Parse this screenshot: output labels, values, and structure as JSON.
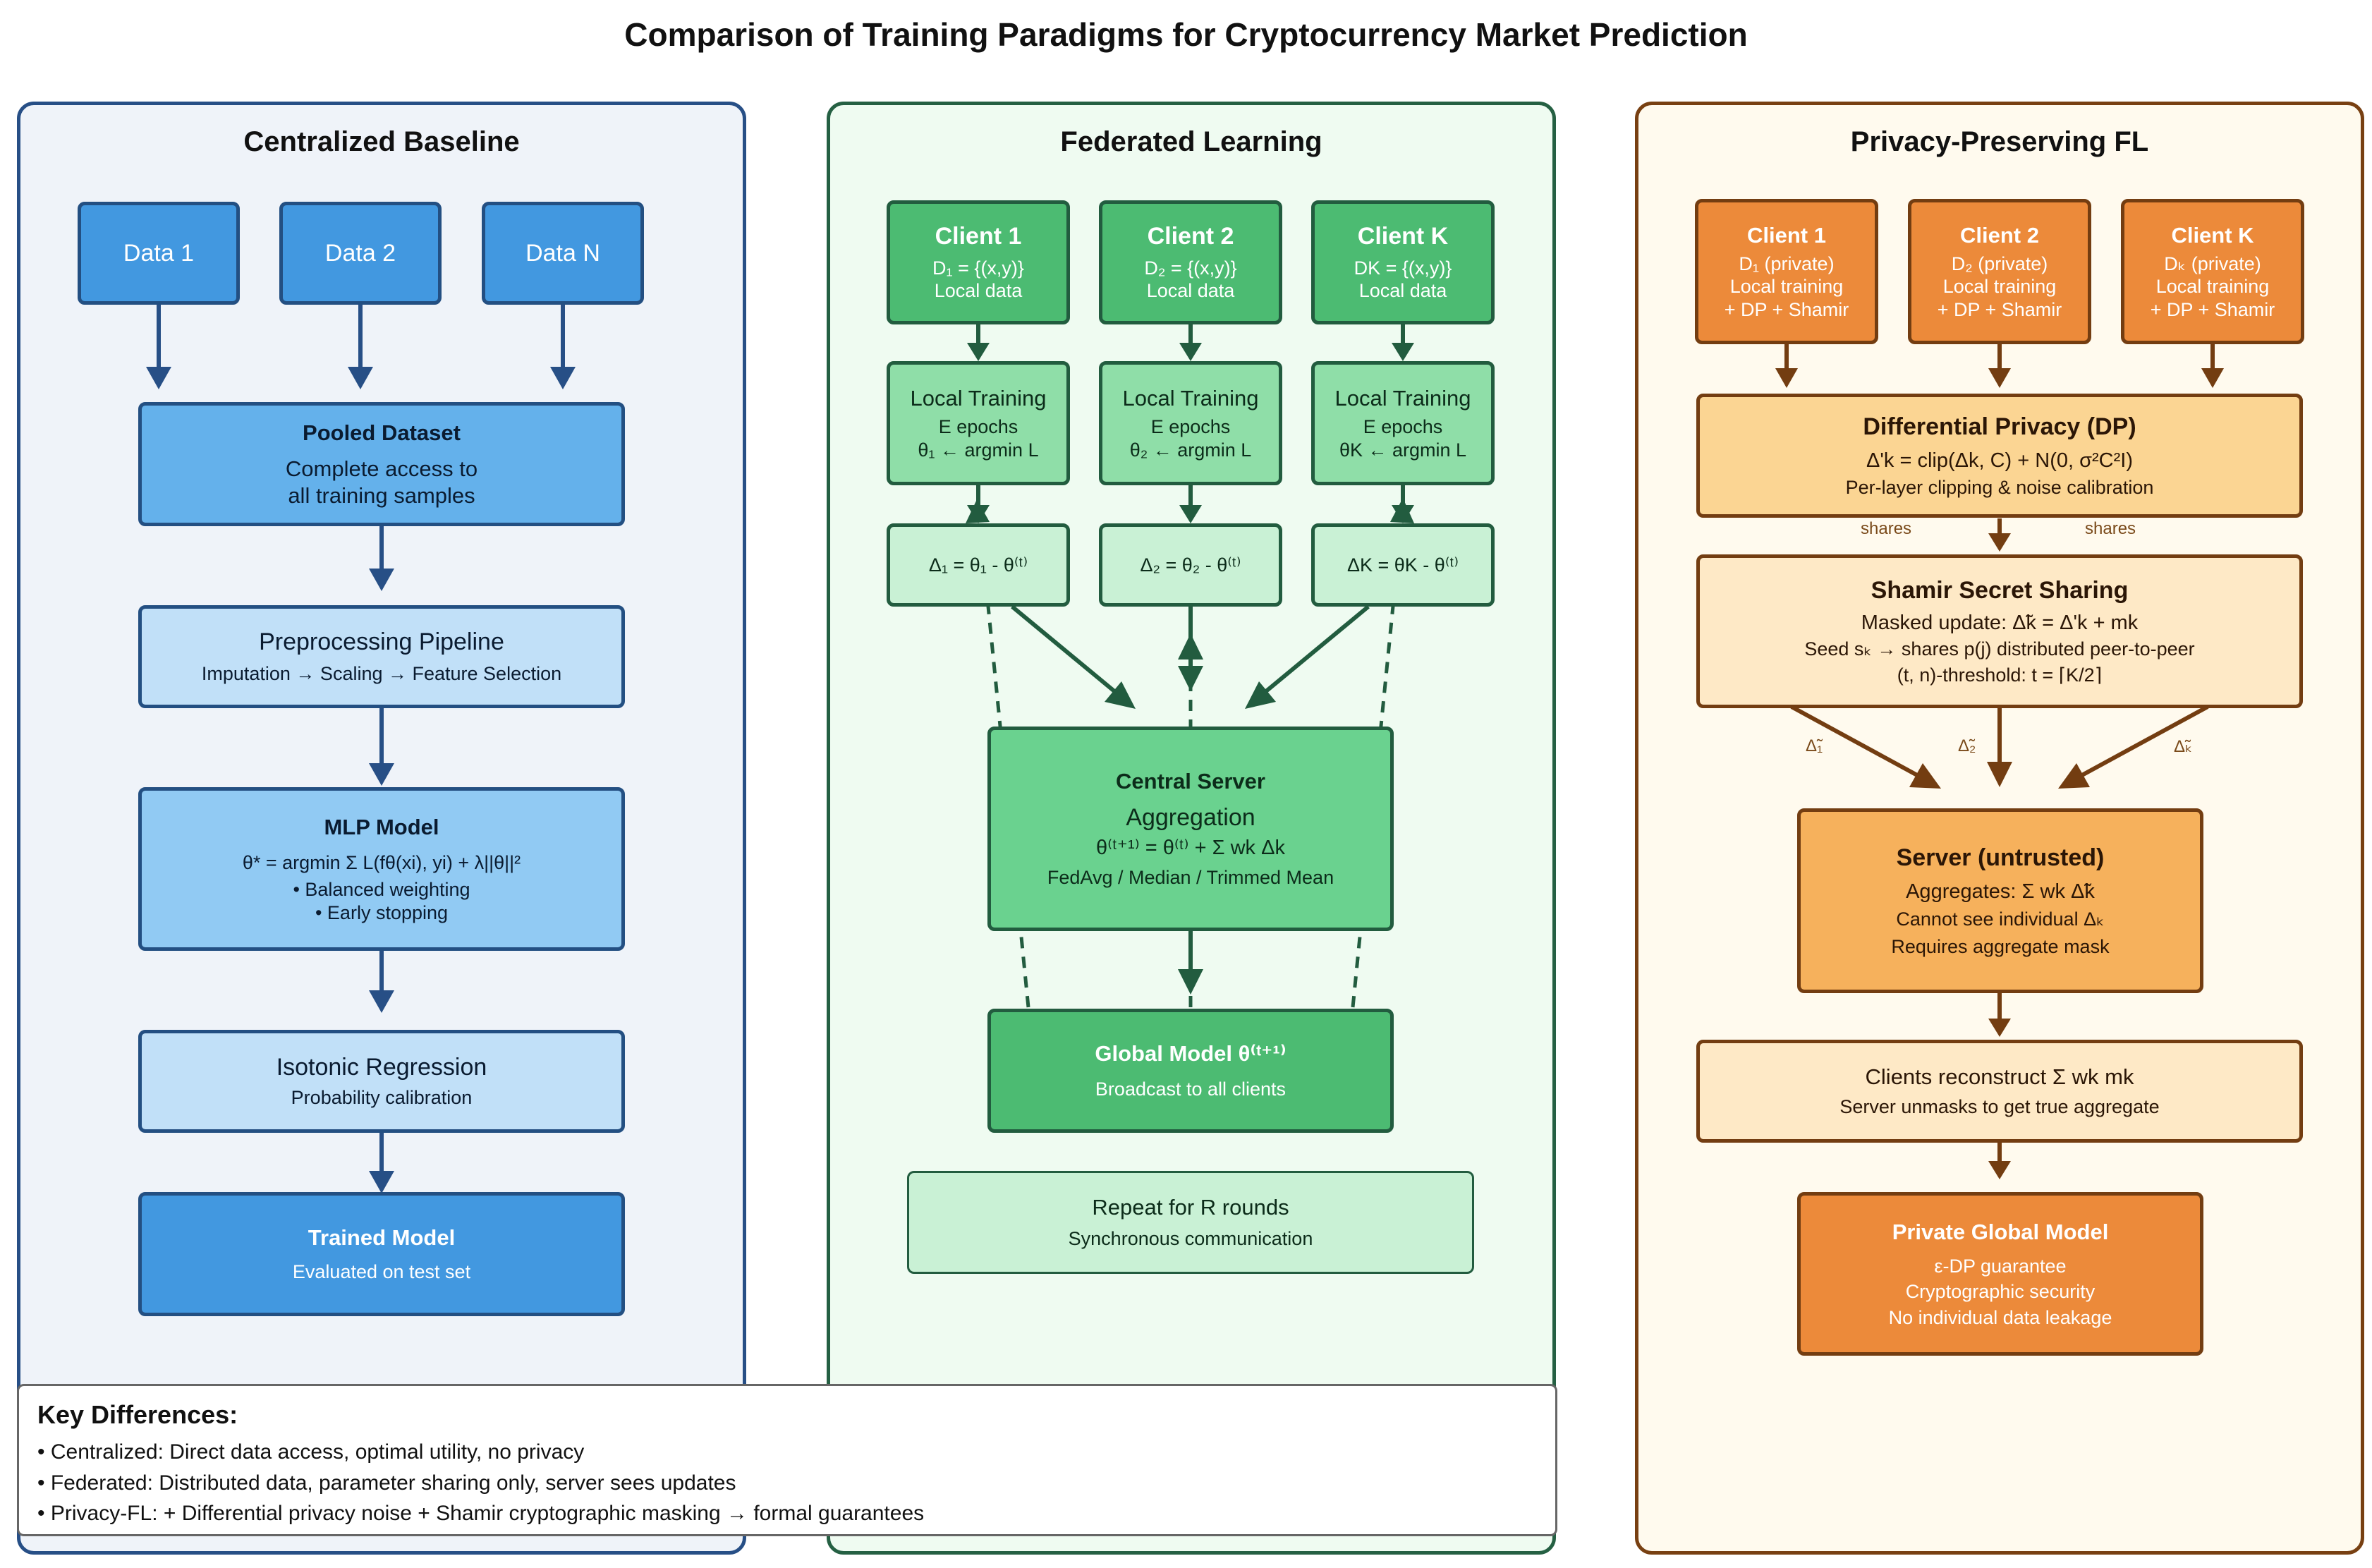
{
  "title": "Comparison of Training Paradigms for Cryptocurrency Market Prediction",
  "centralized": {
    "heading": "Centralized Baseline",
    "data_sources": [
      "Data 1",
      "Data 2",
      "Data N"
    ],
    "pooled": {
      "title": "Pooled Dataset",
      "line1": "Complete access to",
      "line2": "all training samples"
    },
    "preprocess": {
      "title": "Preprocessing Pipeline",
      "detail": "Imputation → Scaling → Feature Selection"
    },
    "mlp": {
      "title": "MLP Model",
      "formula": "θ* = argmin Σ L(fθ(xi), yi) + λ||θ||²",
      "bullet1": "• Balanced weighting",
      "bullet2": "• Early stopping"
    },
    "isotonic": {
      "title": "Isotonic Regression",
      "detail": "Probability calibration"
    },
    "trained": {
      "title": "Trained Model",
      "detail": "Evaluated on test set"
    }
  },
  "federated": {
    "heading": "Federated Learning",
    "clients": [
      {
        "name": "Client 1",
        "data": "D₁ = {(x,y)}",
        "desc": "Local data",
        "train_title": "Local Training",
        "epochs": "E epochs",
        "update_rule": "θ₁ ← argmin L",
        "delta": "Δ₁ = θ₁ - θ⁽ᵗ⁾"
      },
      {
        "name": "Client 2",
        "data": "D₂ = {(x,y)}",
        "desc": "Local data",
        "train_title": "Local Training",
        "epochs": "E epochs",
        "update_rule": "θ₂ ← argmin L",
        "delta": "Δ₂ = θ₂ - θ⁽ᵗ⁾"
      },
      {
        "name": "Client K",
        "data": "DK = {(x,y)}",
        "desc": "Local data",
        "train_title": "Local Training",
        "epochs": "E epochs",
        "update_rule": "θK ← argmin L",
        "delta": "ΔK = θK - θ⁽ᵗ⁾"
      }
    ],
    "server": {
      "title": "Central Server",
      "subtitle": "Aggregation",
      "formula": "θ⁽ᵗ⁺¹⁾ = θ⁽ᵗ⁾ + Σ wk Δk",
      "methods": "FedAvg / Median / Trimmed Mean"
    },
    "global_model": {
      "title": "Global Model θ⁽ᵗ⁺¹⁾",
      "detail": "Broadcast to all clients"
    },
    "repeat": {
      "title": "Repeat for R rounds",
      "detail": "Synchronous communication"
    }
  },
  "privacy": {
    "heading": "Privacy-Preserving FL",
    "clients": [
      {
        "name": "Client 1",
        "data": "D₁ (private)",
        "line1": "Local training",
        "line2": "+ DP + Shamir"
      },
      {
        "name": "Client 2",
        "data": "D₂ (private)",
        "line1": "Local training",
        "line2": "+ DP + Shamir"
      },
      {
        "name": "Client K",
        "data": "Dₖ (private)",
        "line1": "Local training",
        "line2": "+ DP + Shamir"
      }
    ],
    "dp": {
      "title": "Differential Privacy (DP)",
      "formula": "Δ'k = clip(Δk, C) + N(0, σ²C²I)",
      "detail": "Per-layer clipping & noise calibration"
    },
    "shares_label": "shares",
    "shamir": {
      "title": "Shamir Secret Sharing",
      "line1": "Masked update: Δ̃k = Δ'k + mk",
      "line2": "Seed sₖ → shares p(j) distributed peer-to-peer",
      "line3": "(t, n)-threshold: t = ⌈K/2⌉"
    },
    "masked_labels": [
      "Δ̃₁",
      "Δ̃₂",
      "Δ̃ₖ"
    ],
    "server": {
      "title": "Server (untrusted)",
      "line1": "Aggregates: Σ wk Δ̃k",
      "line2": "Cannot see individual Δₖ",
      "line3": "Requires aggregate mask"
    },
    "reconstruct": {
      "title": "Clients reconstruct Σ wk mk",
      "detail": "Server unmasks to get true aggregate"
    },
    "private_global": {
      "title": "Private Global Model",
      "line1": "ε-DP guarantee",
      "line2": "Cryptographic security",
      "line3": "No individual data leakage"
    }
  },
  "key_differences": {
    "title": "Key Differences:",
    "items": [
      "• Centralized: Direct data access, optimal utility, no privacy",
      "• Federated: Distributed data, parameter sharing only, server sees updates",
      "• Privacy-FL: + Differential privacy noise + Shamir cryptographic masking → formal guarantees"
    ]
  },
  "colors": {
    "blue_border": "#274f86",
    "green_border": "#256043",
    "orange_border": "#784012"
  }
}
